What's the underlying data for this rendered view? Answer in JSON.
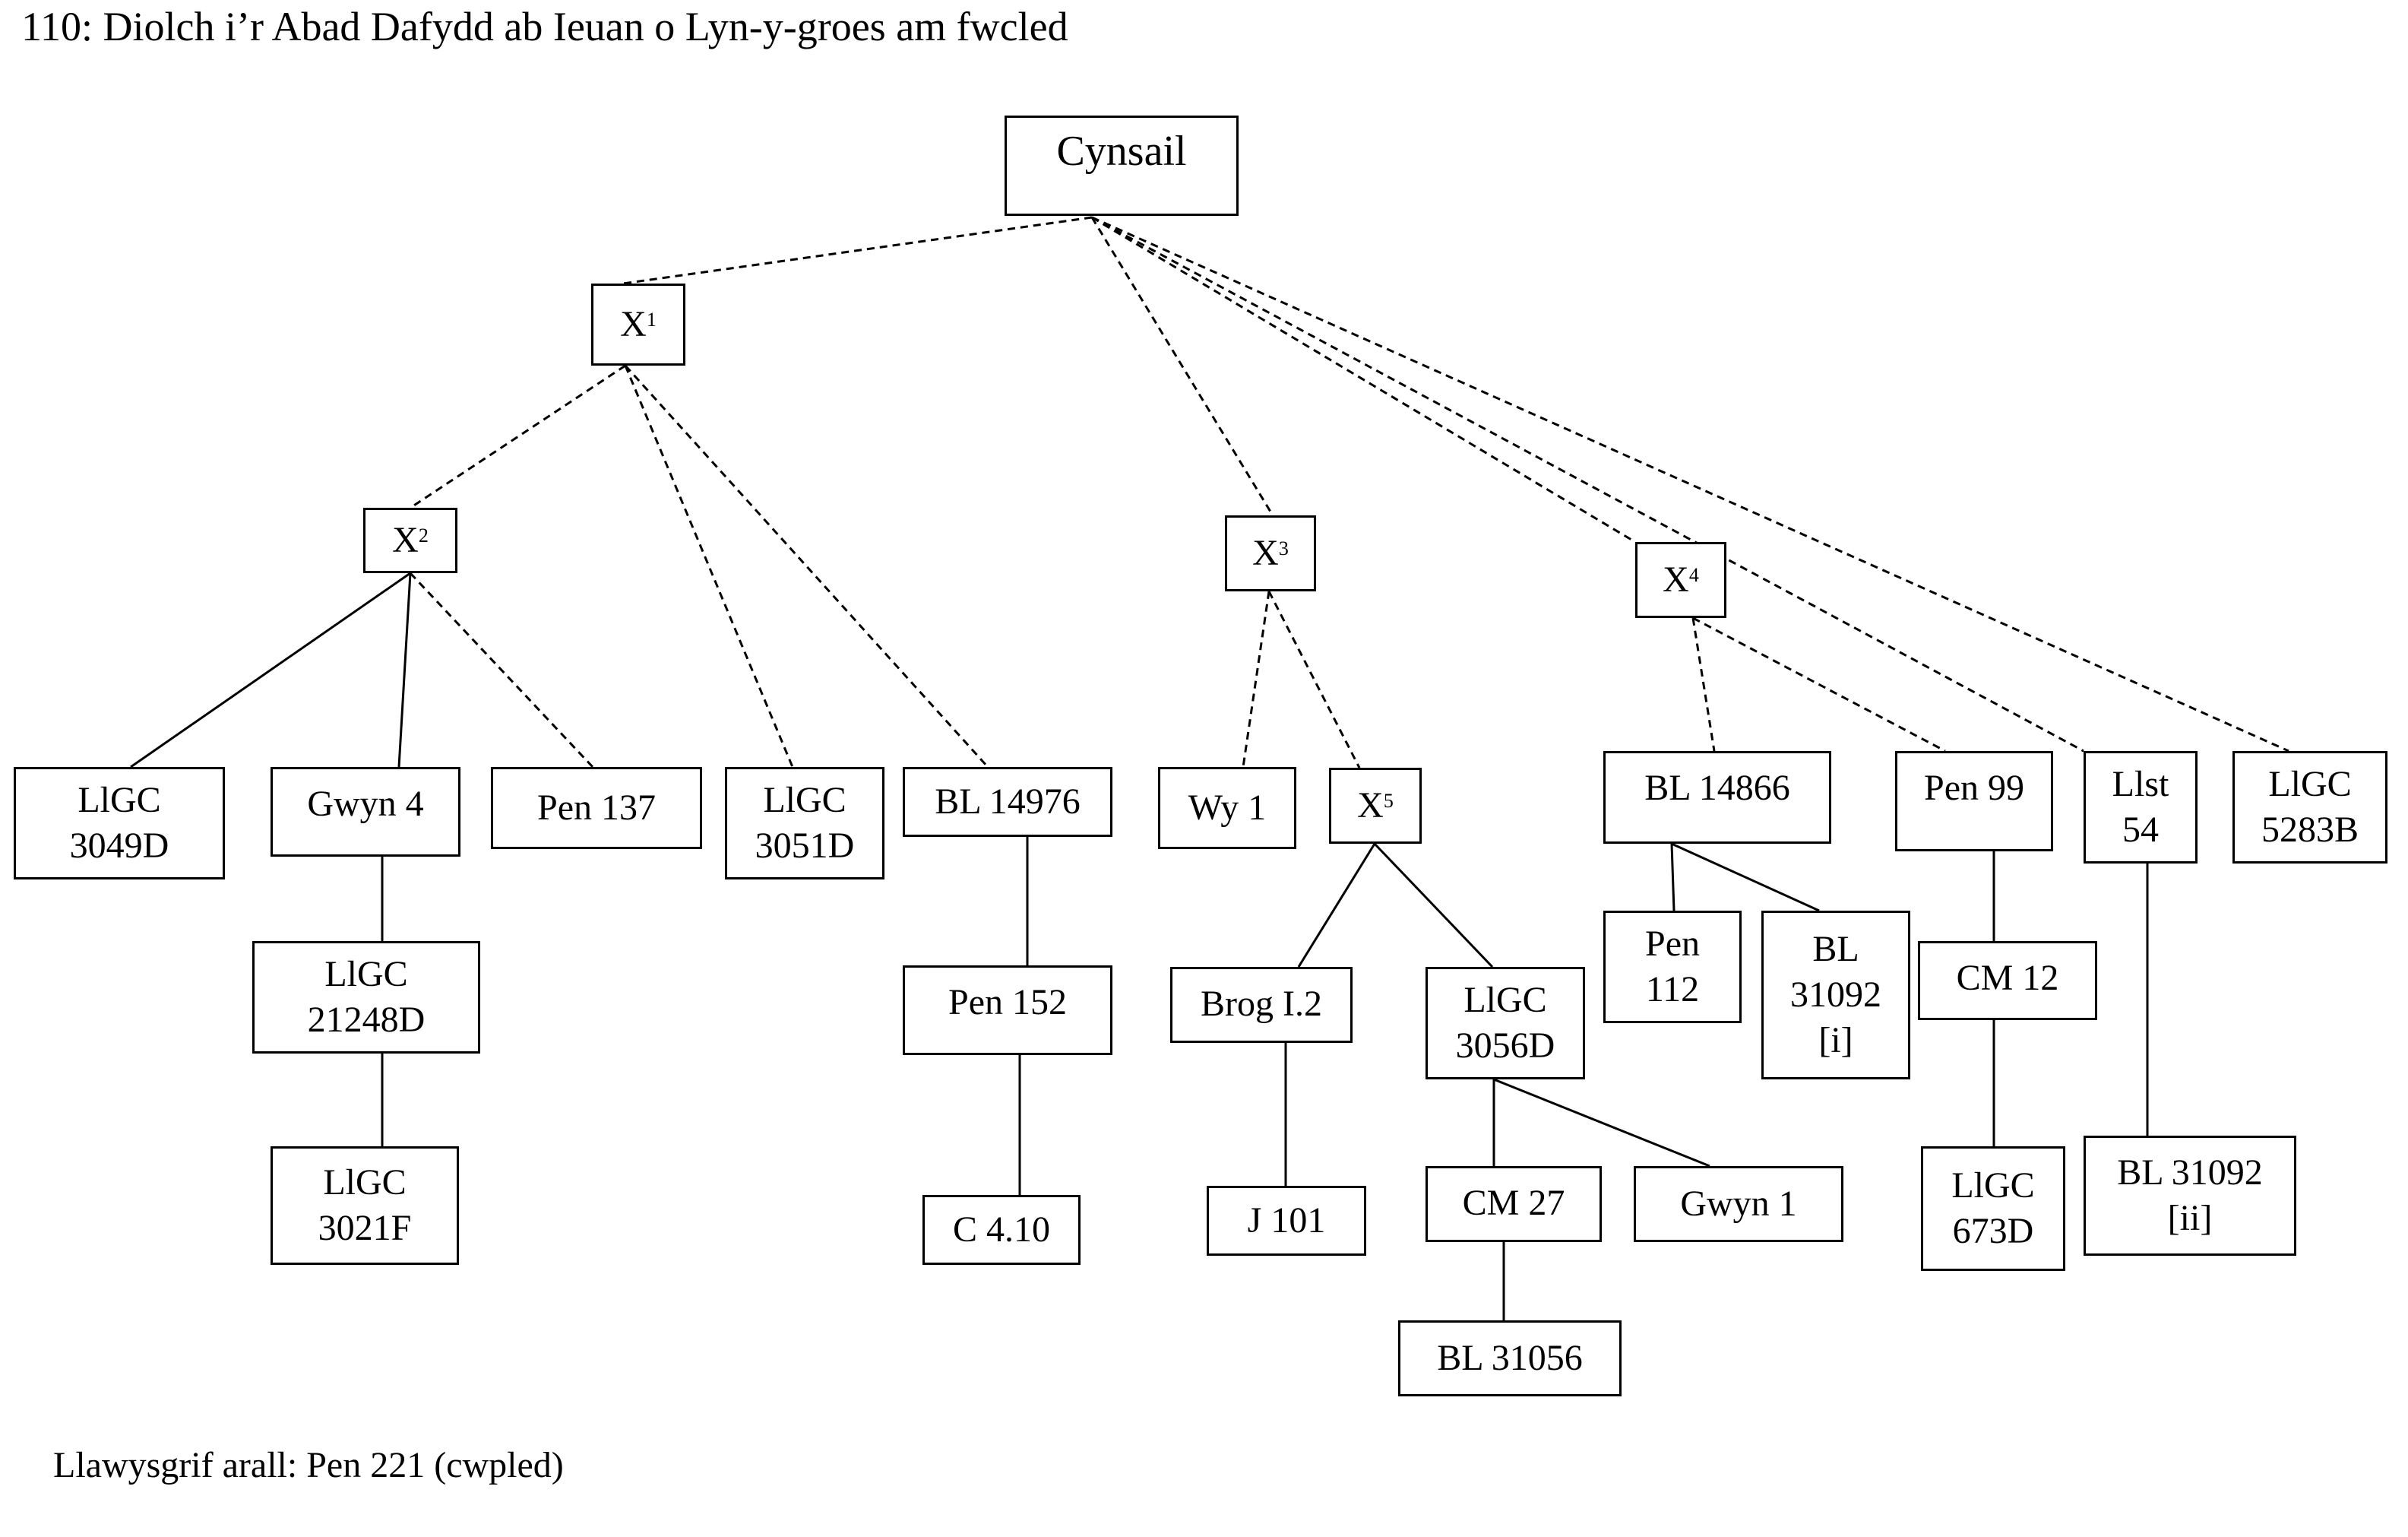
{
  "title": "110: Diolch i’r Abad Dafydd ab Ieuan o Lyn-y-groes am fwcled",
  "footnote": "Llawysgrif arall: Pen 221 (cwpled)",
  "nodes": [
    {
      "id": "cynsail",
      "label": "Cynsail"
    },
    {
      "id": "x1",
      "label": "X",
      "sup": "1"
    },
    {
      "id": "x2",
      "label": "X",
      "sup": "2"
    },
    {
      "id": "x3",
      "label": "X",
      "sup": "3"
    },
    {
      "id": "x4",
      "label": "X",
      "sup": "4"
    },
    {
      "id": "x5",
      "label": "X",
      "sup": "5"
    },
    {
      "id": "llgc3049d",
      "label": "LlGC\n3049D"
    },
    {
      "id": "gwyn4",
      "label": "Gwyn 4"
    },
    {
      "id": "pen137",
      "label": "Pen 137"
    },
    {
      "id": "llgc3051d",
      "label": "LlGC\n3051D"
    },
    {
      "id": "bl14976",
      "label": "BL 14976"
    },
    {
      "id": "wy1",
      "label": "Wy 1"
    },
    {
      "id": "bl14866",
      "label": "BL 14866"
    },
    {
      "id": "pen99",
      "label": "Pen 99"
    },
    {
      "id": "llst54",
      "label": "Llst\n54"
    },
    {
      "id": "llgc5283b",
      "label": "LlGC\n5283B"
    },
    {
      "id": "llgc21248d",
      "label": "LlGC\n21248D"
    },
    {
      "id": "llgc3021f",
      "label": "LlGC\n3021F"
    },
    {
      "id": "pen152",
      "label": "Pen 152"
    },
    {
      "id": "c410",
      "label": "C 4.10"
    },
    {
      "id": "brogi2",
      "label": "Brog I.2"
    },
    {
      "id": "llgc3056d",
      "label": "LlGC\n3056D"
    },
    {
      "id": "j101",
      "label": "J 101"
    },
    {
      "id": "cm27",
      "label": "CM 27"
    },
    {
      "id": "gwyn1",
      "label": "Gwyn 1"
    },
    {
      "id": "bl31056",
      "label": "BL 31056"
    },
    {
      "id": "pen112",
      "label": "Pen\n112"
    },
    {
      "id": "bl31092i",
      "label": "BL\n31092\n[i]"
    },
    {
      "id": "cm12",
      "label": "CM 12"
    },
    {
      "id": "llgc673d",
      "label": "LlGC\n673D"
    },
    {
      "id": "bl31092ii",
      "label": "BL 31092\n[ii]"
    }
  ],
  "edges": [
    {
      "from": "cynsail",
      "to": "x1",
      "style": "dashed"
    },
    {
      "from": "cynsail",
      "to": "x3",
      "style": "dashed"
    },
    {
      "from": "cynsail",
      "to": "x4",
      "style": "dashed"
    },
    {
      "from": "cynsail",
      "to": "llst54",
      "style": "dashed"
    },
    {
      "from": "cynsail",
      "to": "llgc5283b",
      "style": "dashed"
    },
    {
      "from": "x1",
      "to": "x2",
      "style": "dashed"
    },
    {
      "from": "x1",
      "to": "llgc3051d",
      "style": "dashed"
    },
    {
      "from": "x1",
      "to": "bl14976",
      "style": "dashed"
    },
    {
      "from": "x2",
      "to": "llgc3049d",
      "style": "solid"
    },
    {
      "from": "x2",
      "to": "gwyn4",
      "style": "solid"
    },
    {
      "from": "x2",
      "to": "pen137",
      "style": "dashed"
    },
    {
      "from": "x3",
      "to": "wy1",
      "style": "dashed"
    },
    {
      "from": "x3",
      "to": "x5",
      "style": "dashed"
    },
    {
      "from": "x4",
      "to": "bl14866",
      "style": "dashed"
    },
    {
      "from": "x4",
      "to": "pen99",
      "style": "dashed"
    },
    {
      "from": "gwyn4",
      "to": "llgc21248d",
      "style": "solid"
    },
    {
      "from": "llgc21248d",
      "to": "llgc3021f",
      "style": "solid"
    },
    {
      "from": "bl14976",
      "to": "pen152",
      "style": "solid"
    },
    {
      "from": "pen152",
      "to": "c410",
      "style": "solid"
    },
    {
      "from": "x5",
      "to": "brogi2",
      "style": "solid"
    },
    {
      "from": "x5",
      "to": "llgc3056d",
      "style": "solid"
    },
    {
      "from": "brogi2",
      "to": "j101",
      "style": "solid"
    },
    {
      "from": "llgc3056d",
      "to": "cm27",
      "style": "solid"
    },
    {
      "from": "llgc3056d",
      "to": "gwyn1",
      "style": "solid"
    },
    {
      "from": "cm27",
      "to": "bl31056",
      "style": "solid"
    },
    {
      "from": "bl14866",
      "to": "pen112",
      "style": "solid"
    },
    {
      "from": "bl14866",
      "to": "bl31092i",
      "style": "solid"
    },
    {
      "from": "pen99",
      "to": "cm12",
      "style": "solid"
    },
    {
      "from": "cm12",
      "to": "llgc673d",
      "style": "solid"
    },
    {
      "from": "llst54",
      "to": "bl31092ii",
      "style": "solid"
    }
  ]
}
